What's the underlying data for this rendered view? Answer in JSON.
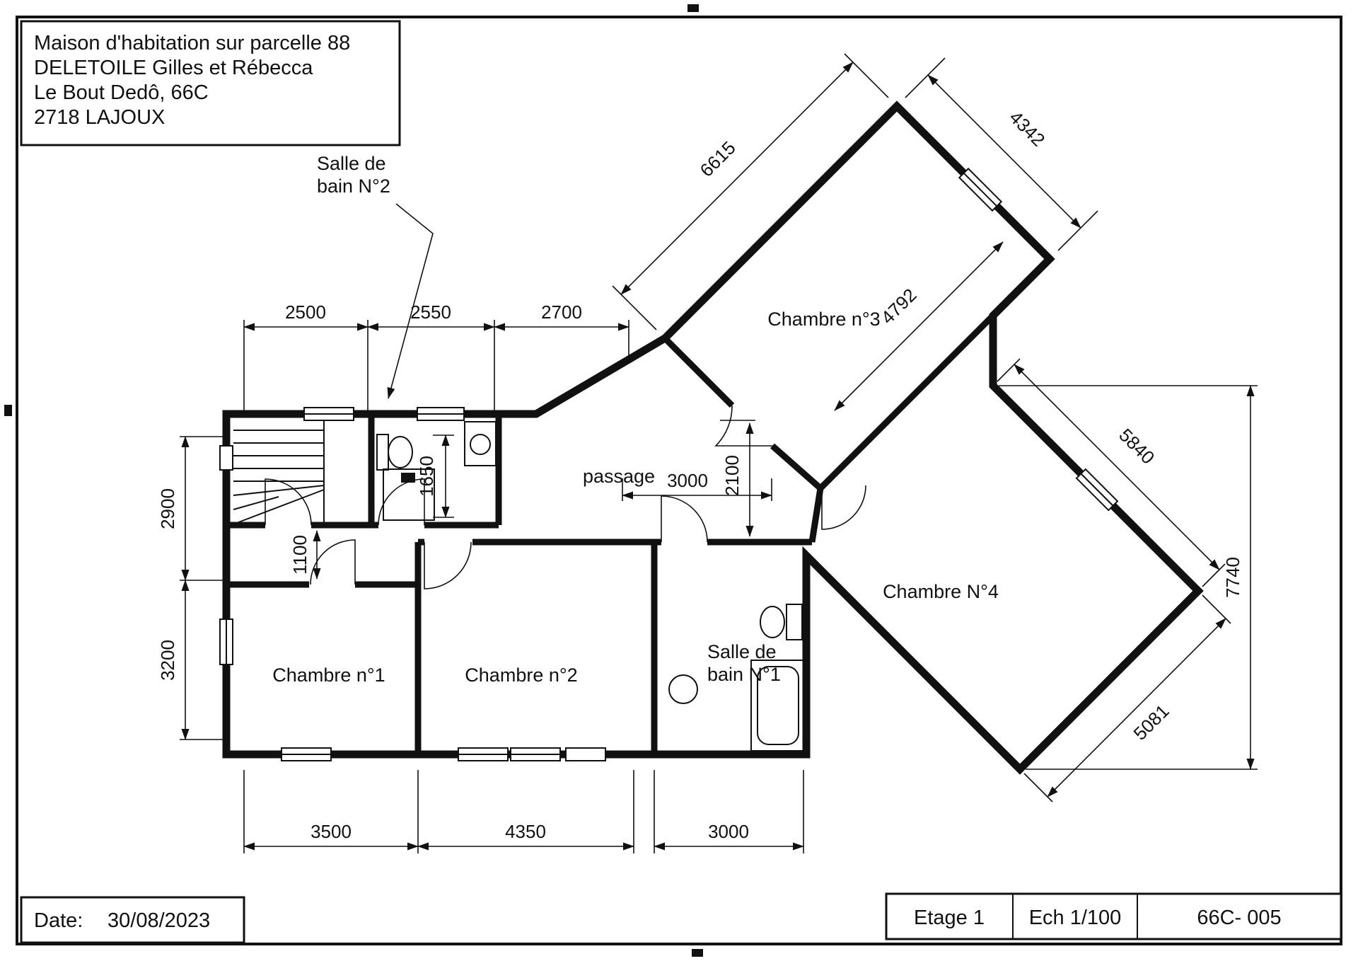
{
  "title_block": {
    "line1": "Maison d'habitation sur parcelle 88",
    "line2": "DELETOILE Gilles et Rébecca",
    "line3": "Le Bout Dedô, 66C",
    "line4": "2718 LAJOUX"
  },
  "rooms": {
    "chambre1": "Chambre n°1",
    "chambre2": "Chambre n°2",
    "chambre3": "Chambre n°3",
    "chambre4": "Chambre N°4",
    "passage": "passage",
    "bath1_line1": "Salle de",
    "bath1_line2": "bain N°1",
    "bath2_line1": "Salle de",
    "bath2_line2": "bain N°2"
  },
  "dims": {
    "top1": "2500",
    "top2": "2550",
    "top3": "2700",
    "left1": "2900",
    "left2": "3200",
    "bottom1": "3500",
    "bottom2": "4350",
    "bottom3": "3000",
    "bath2_h": "1650",
    "hall_w": "1100",
    "passage_h": "2100",
    "passage_w": "3000",
    "c3_nw": "6615",
    "c3_ne": "4342",
    "c3_inner": "4792",
    "c4_ne": "5840",
    "c4_se": "5081",
    "right_h": "7740"
  },
  "footer": {
    "date_label": "Date:",
    "date_value": "30/08/2023",
    "floor": "Etage 1",
    "scale": "Ech 1/100",
    "ref": "66C- 005"
  },
  "colors": {
    "ink": "#111111",
    "paper": "#ffffff"
  }
}
